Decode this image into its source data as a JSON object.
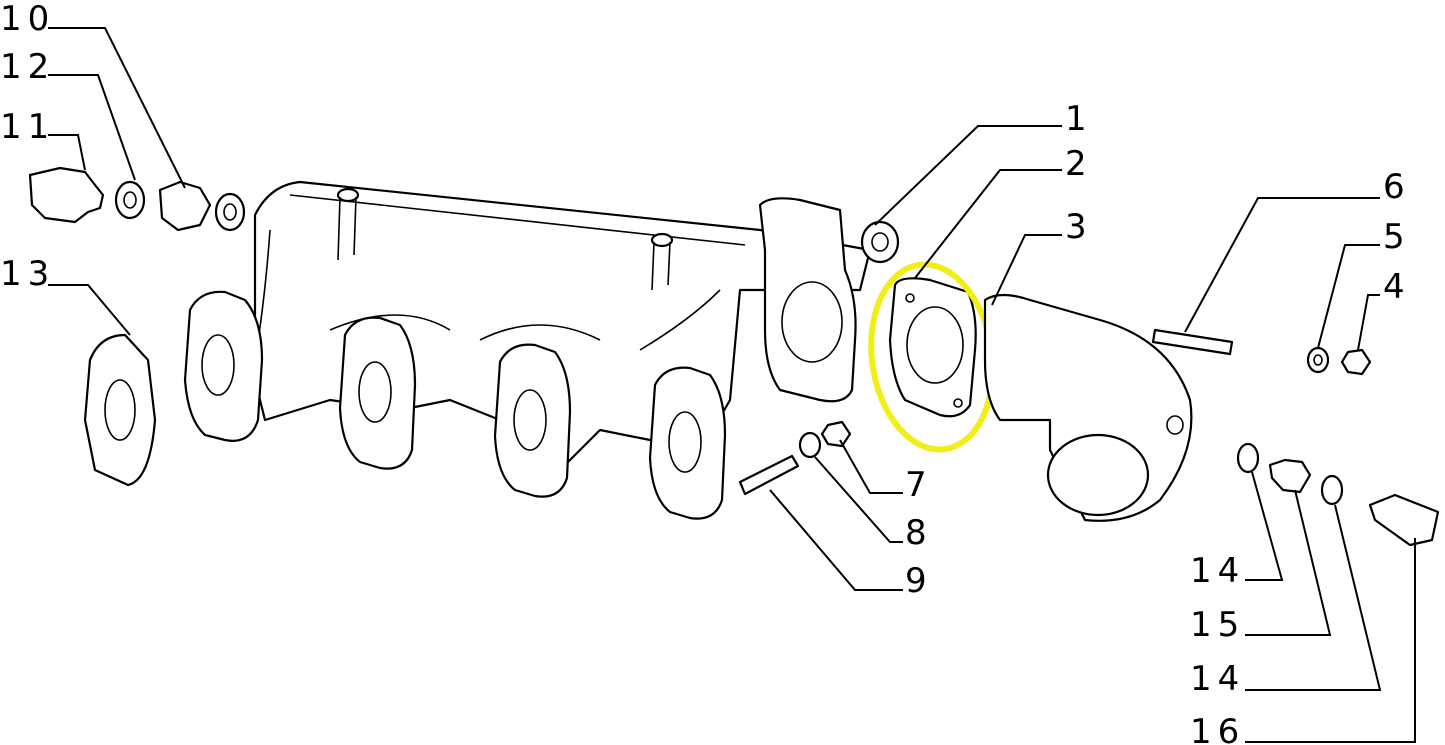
{
  "diagram": {
    "highlight_color": "#f2ee1a",
    "highlighted_part": "2",
    "callouts": [
      {
        "id": "1",
        "label": "1"
      },
      {
        "id": "2",
        "label": "2"
      },
      {
        "id": "3",
        "label": "3"
      },
      {
        "id": "4",
        "label": "4"
      },
      {
        "id": "5",
        "label": "5"
      },
      {
        "id": "6",
        "label": "6"
      },
      {
        "id": "7",
        "label": "7"
      },
      {
        "id": "8",
        "label": "8"
      },
      {
        "id": "9",
        "label": "9"
      },
      {
        "id": "10",
        "label": "10"
      },
      {
        "id": "11",
        "label": "11"
      },
      {
        "id": "12",
        "label": "12"
      },
      {
        "id": "13",
        "label": "13"
      },
      {
        "id": "14a",
        "label": "14"
      },
      {
        "id": "15",
        "label": "15"
      },
      {
        "id": "14b",
        "label": "14"
      },
      {
        "id": "16",
        "label": "16"
      }
    ]
  }
}
